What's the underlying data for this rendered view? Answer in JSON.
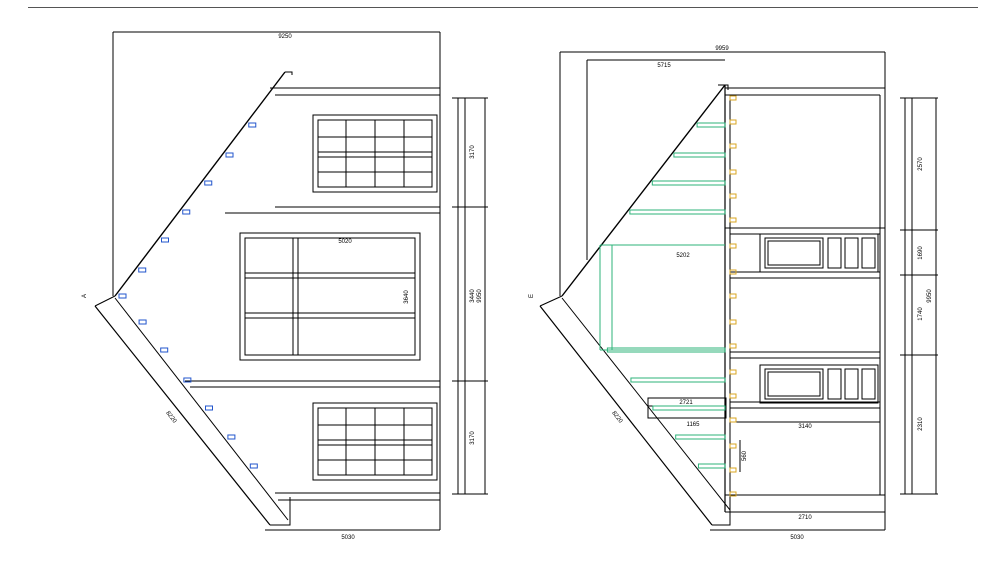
{
  "drawing": {
    "colors": {
      "line": "#000000",
      "dim": "#000000",
      "joist": "#2db37a",
      "blue_tick": "#2255cc",
      "yellow_tick": "#d9a520"
    },
    "left_view": {
      "side_label": "A",
      "dims": {
        "top": "9250",
        "bottom": "5030",
        "slope": "8220",
        "right_top": "3170",
        "right_mid": "3440",
        "right_total": "9950",
        "right_bottom": "3170",
        "window_width": "5020",
        "window_height": "3640"
      }
    },
    "right_view": {
      "side_label": "E",
      "dims": {
        "top_outer": "9959",
        "top_inner": "5715",
        "bottom_inner": "2710",
        "bottom_outer": "5030",
        "slope": "8220",
        "right_top": "2570",
        "right_a": "1690",
        "right_b": "1740",
        "right_total": "9950",
        "right_bottom": "2310",
        "center_span": "5202",
        "mid_span": "3140",
        "small_a": "2721",
        "small_b": "1165",
        "small_c": "560"
      }
    }
  }
}
